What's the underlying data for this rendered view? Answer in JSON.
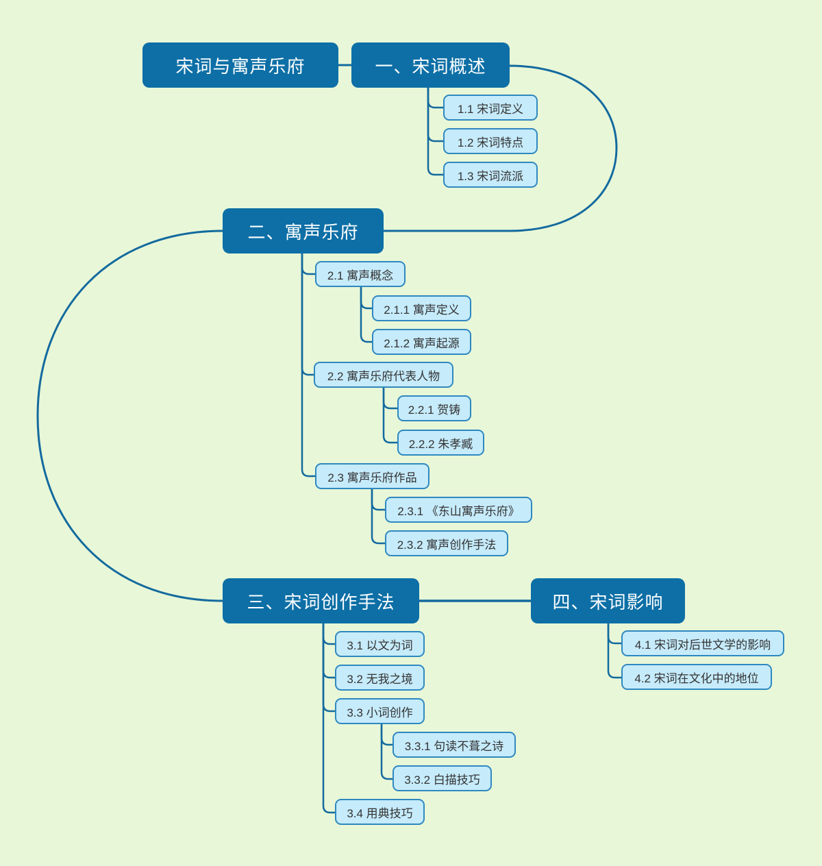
{
  "mindmap": {
    "title": "宋词与寓声乐府 mind map",
    "colors": {
      "background": "#e8f7d8",
      "main_node_fill": "#0d6fa6",
      "main_node_text": "#ffffff",
      "sub_node_fill": "#c6ebfb",
      "sub_node_border": "#2e88c0",
      "sub_node_text": "#333333",
      "connector": "#136a9e"
    },
    "root": {
      "label": "宋词与寓声乐府"
    },
    "topics": [
      {
        "label": "一、宋词概述",
        "children": [
          {
            "label": "1.1 宋词定义"
          },
          {
            "label": "1.2 宋词特点"
          },
          {
            "label": "1.3 宋词流派"
          }
        ]
      },
      {
        "label": "二、寓声乐府",
        "children": [
          {
            "label": "2.1 寓声概念",
            "children": [
              {
                "label": "2.1.1 寓声定义"
              },
              {
                "label": "2.1.2 寓声起源"
              }
            ]
          },
          {
            "label": "2.2 寓声乐府代表人物",
            "children": [
              {
                "label": "2.2.1 贺铸"
              },
              {
                "label": "2.2.2 朱孝臧"
              }
            ]
          },
          {
            "label": "2.3 寓声乐府作品",
            "children": [
              {
                "label": "2.3.1 《东山寓声乐府》"
              },
              {
                "label": "2.3.2 寓声创作手法"
              }
            ]
          }
        ]
      },
      {
        "label": "三、宋词创作手法",
        "children": [
          {
            "label": "3.1 以文为词"
          },
          {
            "label": "3.2 无我之境"
          },
          {
            "label": "3.3 小词创作",
            "children": [
              {
                "label": "3.3.1 句读不葺之诗"
              },
              {
                "label": "3.3.2 白描技巧"
              }
            ]
          },
          {
            "label": "3.4 用典技巧"
          }
        ]
      },
      {
        "label": "四、宋词影响",
        "children": [
          {
            "label": "4.1 宋词对后世文学的影响"
          },
          {
            "label": "4.2 宋词在文化中的地位"
          }
        ]
      }
    ]
  }
}
